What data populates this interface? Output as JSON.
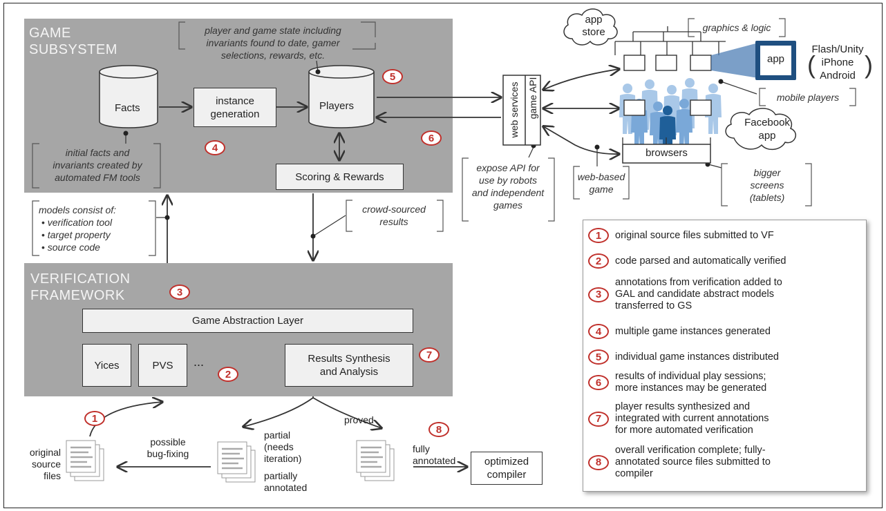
{
  "game_subsystem": {
    "title_line1": "GAME",
    "title_line2": "SUBSYSTEM",
    "facts": "Facts",
    "instance_generation_line1": "instance",
    "instance_generation_line2": "generation",
    "players": "Players",
    "scoring": "Scoring & Rewards",
    "note_state_line1": "player and game state including",
    "note_state_line2": "invariants found to date, gamer",
    "note_state_line3": "selections, rewards, etc.",
    "note_facts_line1": "initial facts and",
    "note_facts_line2": "invariants created by",
    "note_facts_line3": "automated FM tools"
  },
  "verification_framework": {
    "title_line1": "VERIFICATION",
    "title_line2": "FRAMEWORK",
    "gal": "Game Abstraction Layer",
    "yices": "Yices",
    "pvs": "PVS",
    "ellipsis": "...",
    "results_line1": "Results Synthesis",
    "results_line2": "and Analysis"
  },
  "models_note": {
    "title": "models consist of:",
    "items": [
      "verification tool",
      "target property",
      "source code"
    ]
  },
  "crowd_note": {
    "line1": "crowd-sourced",
    "line2": "results"
  },
  "web_services": {
    "web": "web services",
    "api": "game API"
  },
  "expose_note": {
    "line1": "expose API for",
    "line2": "use by robots",
    "line3": "and independent",
    "line4": "games"
  },
  "clients": {
    "app_store_line1": "app",
    "app_store_line2": "store",
    "graphics_logic": "graphics & logic",
    "app": "app",
    "platform_line1": "Flash/Unity",
    "platform_line2": "iPhone",
    "platform_line3": "Android",
    "mobile_players": "mobile players",
    "facebook_line1": "Facebook",
    "facebook_line2": "app",
    "browsers": "browsers",
    "web_game_line1": "web-based",
    "web_game_line2": "game",
    "bigger_line1": "bigger",
    "bigger_line2": "screens",
    "bigger_line3": "(tablets)"
  },
  "flow": {
    "original_line1": "original",
    "original_line2": "source",
    "original_line3": "files",
    "possible_line1": "possible",
    "possible_line2": "bug-fixing",
    "partial_line1": "partial",
    "partial_line2": "(needs",
    "partial_line3": "iteration)",
    "proved": "proved",
    "partially_line1": "partially",
    "partially_line2": "annotated",
    "fully_line1": "fully",
    "fully_line2": "annotated",
    "compiler_line1": "optimized",
    "compiler_line2": "compiler"
  },
  "badges": [
    "1",
    "2",
    "3",
    "4",
    "5",
    "6",
    "7",
    "8"
  ],
  "legend": [
    {
      "num": "1",
      "lines": [
        "original source files submitted to VF"
      ]
    },
    {
      "num": "2",
      "lines": [
        "code parsed and automatically verified"
      ]
    },
    {
      "num": "3",
      "lines": [
        "annotations from verification added to",
        "GAL and candidate abstract models",
        "transferred to GS"
      ]
    },
    {
      "num": "4",
      "lines": [
        "multiple game instances generated"
      ]
    },
    {
      "num": "5",
      "lines": [
        "individual game instances distributed"
      ]
    },
    {
      "num": "6",
      "lines": [
        "results of individual play sessions;",
        "more instances may be generated"
      ]
    },
    {
      "num": "7",
      "lines": [
        "player results synthesized and",
        "integrated with current annotations",
        "for more automated verification"
      ]
    },
    {
      "num": "8",
      "lines": [
        "overall verification complete; fully-",
        "annotated source files submitted to",
        "compiler"
      ]
    }
  ],
  "colors": {
    "panel": "#a6a6a6",
    "badge": "#c0302b",
    "people": "#a9c8e8",
    "app_blue": "#4f7fb5"
  }
}
